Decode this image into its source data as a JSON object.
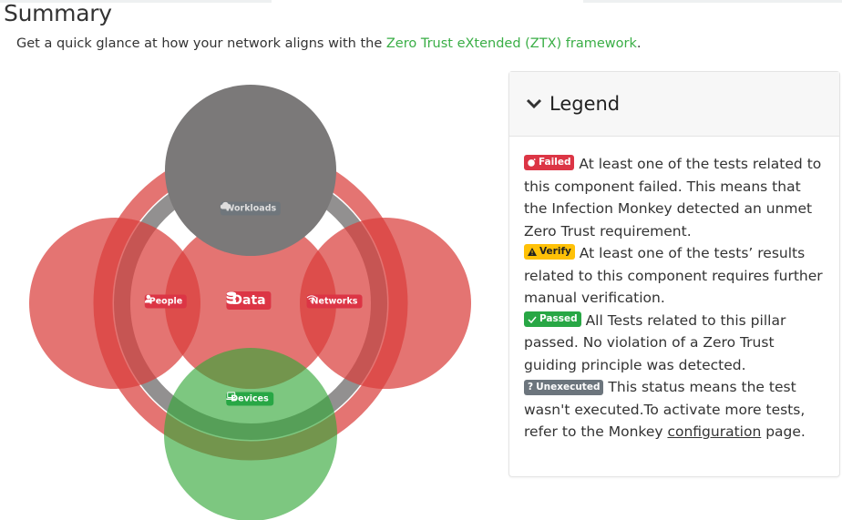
{
  "page": {
    "title": "Summary",
    "subtitle_prefix": "Get a quick glance at how your network aligns with the ",
    "subtitle_link": "Zero Trust eXtended (ZTX) framework",
    "subtitle_suffix": "."
  },
  "venn": {
    "pillars": [
      {
        "key": "workloads",
        "label": "Workloads",
        "status": "Unexecuted",
        "icon": "cloud-icon",
        "color": "#7b7979"
      },
      {
        "key": "people",
        "label": "People",
        "status": "Failed",
        "icon": "user-icon",
        "color": "#e07370"
      },
      {
        "key": "data",
        "label": "Data",
        "status": "Failed",
        "icon": "database-icon",
        "color": "#e07370"
      },
      {
        "key": "networks",
        "label": "Networks",
        "status": "Failed",
        "icon": "wifi-icon",
        "color": "#e07370"
      },
      {
        "key": "devices",
        "label": "Devices",
        "status": "Passed",
        "icon": "laptop-icon",
        "color": "#7cc67a"
      }
    ],
    "rings": [
      {
        "key": "visibility-analytics",
        "status": "Failed",
        "color": "#e07370"
      },
      {
        "key": "automation-orchestration",
        "status": "Unexecuted",
        "color": "#7b7979"
      }
    ]
  },
  "legend": {
    "title": "Legend",
    "items": [
      {
        "badge": "Failed",
        "icon": "bomb-icon",
        "text": " At least one of the tests related to this component failed. This means that the Infection Monkey detected an unmet Zero Trust requirement."
      },
      {
        "badge": "Verify",
        "icon": "warning-icon",
        "text": " At least one of the tests’ results related to this component requires further manual verification."
      },
      {
        "badge": "Passed",
        "icon": "check-icon",
        "text": " All Tests related to this pillar passed. No violation of a Zero Trust guiding principle was detected."
      },
      {
        "badge": "Unexecuted",
        "icon": "question-icon",
        "text": " This status means the test wasn't executed.To activate more tests, refer to the Monkey ",
        "link": "configuration",
        "suffix": " page."
      }
    ]
  },
  "colors": {
    "failed": "#dc3545",
    "verify": "#ffc107",
    "passed": "#28a745",
    "unexecuted": "#6c757d",
    "link": "#3aae46"
  }
}
